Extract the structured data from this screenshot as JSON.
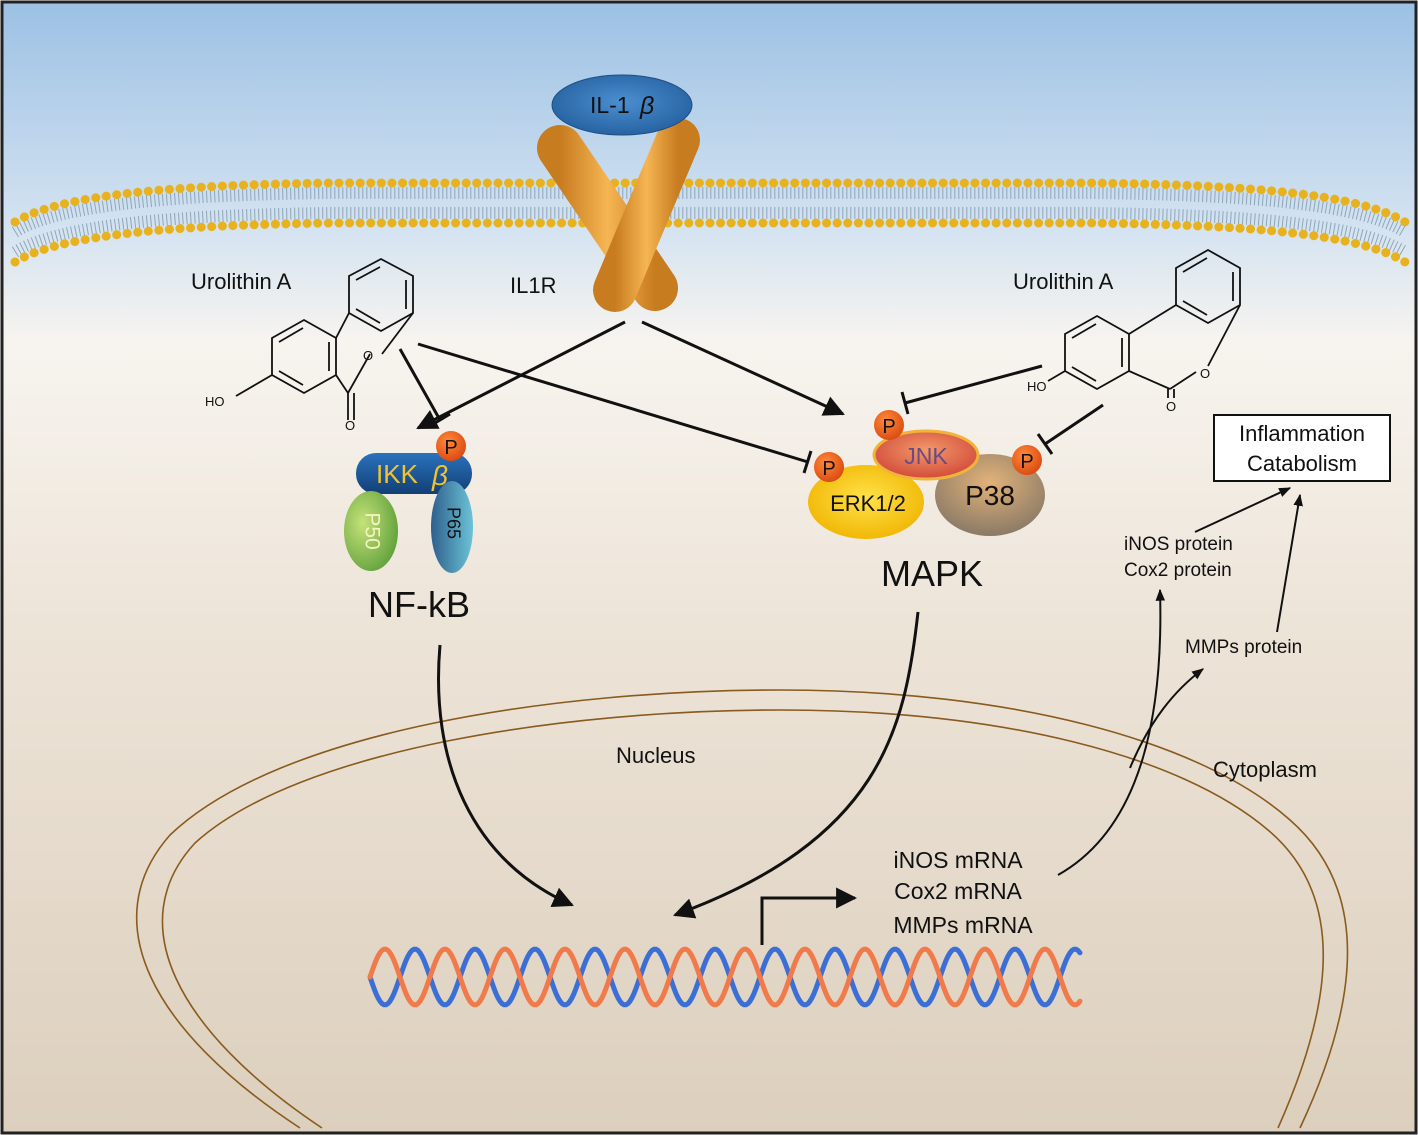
{
  "ligand": {
    "name": "IL-1",
    "symbol": "β"
  },
  "receptor": {
    "label": "IL1R"
  },
  "inhibitor": {
    "left_label": "Urolithin A",
    "right_label": "Urolithin A",
    "hydroxyl": "HO",
    "oxygen": "O"
  },
  "nfkb": {
    "kinase": "IKK",
    "kinase_symbol": "β",
    "p50": "P50",
    "p65": "P65",
    "label": "NF-kB"
  },
  "mapk": {
    "erk": "ERK1/2",
    "jnk": "JNK",
    "p38": "P38",
    "label": "MAPK"
  },
  "phospho": "P",
  "compartments": {
    "nucleus": "Nucleus",
    "cytoplasm": "Cytoplasm"
  },
  "mrna": [
    "iNOS mRNA",
    "Cox2 mRNA",
    "MMPs mRNA"
  ],
  "proteins": [
    "iNOS protein",
    "Cox2 protein"
  ],
  "mmps_protein": "MMPs protein",
  "outcome": [
    "Inflammation",
    "Catabolism"
  ],
  "colors": {
    "sky": "#9cc1e4",
    "cytoplasm": "#dccfbd",
    "receptor": "#f0a43a",
    "ligand": "#2f6fae",
    "phospho": "#e8581a",
    "ikk": "#1d5a9c",
    "p50": "#8cc04a",
    "p65": "#3f8fae",
    "erk": "#f4c415",
    "jnk": "#e06048",
    "p38": "#a98a62",
    "nuclear_envelope": "#8a5a1e",
    "dna_top": "#f07a4a",
    "dna_bottom": "#3b6fd6"
  }
}
